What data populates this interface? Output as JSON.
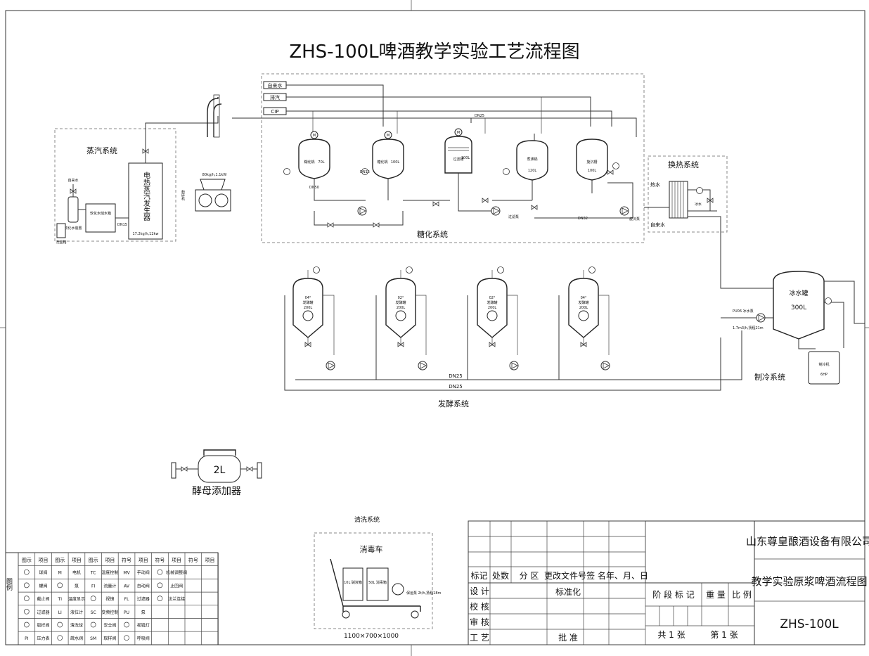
{
  "title": "ZHS-100L啤酒教学实验工艺流程图",
  "utilities": {
    "tap_water": "自来水",
    "drain": "排汽",
    "cip": "CIP"
  },
  "systems": {
    "steam": "蒸汽系统",
    "mash": "糖化系统",
    "heat_exchange": "换热系统",
    "fermentation": "发酵系统",
    "refrigeration": "制冷系统",
    "cleaning": "清洗系统"
  },
  "steam_system": {
    "generator": "电热蒸汽发生器",
    "generator_spec": "17.2kg/h,12kw",
    "softener": "软化水装置",
    "softener_tank": "软化水储水箱",
    "salt_box": "洗盐箱",
    "tap_water_label": "自来水",
    "pipe": "DN15"
  },
  "mill": {
    "name": "粉碎机",
    "spec": "80kg/h,1.1kW"
  },
  "mash_system": {
    "vessels": [
      {
        "name": "糊化锅",
        "cap": "70L"
      },
      {
        "name": "糖化锅",
        "cap": "100L"
      },
      {
        "name": "过滤槽",
        "cap": "100L"
      },
      {
        "name": "煮沸锅",
        "cap": "120L"
      },
      {
        "name": "旋沉槽",
        "cap": "100L"
      }
    ],
    "pump_labels": [
      "过滤泵",
      "旋沉泵"
    ],
    "pipe_labels": [
      "DN25",
      "DN32",
      "DN15",
      "DN50"
    ]
  },
  "heat_exchange": {
    "hot_water": "热水",
    "tap_water": "自来水",
    "ice_water": "冰水"
  },
  "fermenters": [
    {
      "temp": "04°",
      "name": "发酵罐",
      "cap": "200L"
    },
    {
      "temp": "02°",
      "name": "发酵罐",
      "cap": "200L"
    },
    {
      "temp": "02°",
      "name": "发酵罐",
      "cap": "200L"
    },
    {
      "temp": "04°",
      "name": "发酵罐",
      "cap": "200L"
    }
  ],
  "ferment_pipes": [
    "DN25",
    "DN25"
  ],
  "ice_tank": {
    "name": "冰水罐",
    "cap": "300L",
    "pump": "PU06 冰水泵",
    "pump_spec": "1.7m3/h,扬程21m"
  },
  "chiller": {
    "name": "制冷机",
    "cap": "6HP"
  },
  "yeast_adder": {
    "cap": "2L",
    "name": "酵母添加器"
  },
  "cleaning_cart": {
    "title": "消毒车",
    "tank1": "10L 碱液箱",
    "tank2": "50L 消毒箱",
    "pump": "保运泵 2t/h,扬程18m",
    "dims": "1100×700×1000"
  },
  "legend": {
    "side_label": "图例",
    "header": [
      "图示",
      "项目",
      "图示",
      "项目",
      "图示",
      "项目",
      "符号",
      "项目",
      "符号",
      "项目",
      "符号",
      "项目"
    ],
    "rows": [
      [
        "",
        "球阀",
        "M",
        "电机",
        "TC",
        "温度控制",
        "MV",
        "手动阀",
        "",
        "机械调整阀",
        "",
        ""
      ],
      [
        "",
        "蝶阀",
        "",
        "泵",
        "FI",
        "流量计",
        "AV",
        "自动阀",
        "",
        "止回阀",
        "",
        ""
      ],
      [
        "",
        "截止阀",
        "TI",
        "温度显示",
        "",
        "视镜",
        "FL",
        "过滤器",
        "",
        "法兰连接",
        "",
        ""
      ],
      [
        "",
        "过滤器",
        "LI",
        "液位计",
        "SC",
        "变频控制",
        "PU",
        "泵",
        "",
        "",
        "",
        ""
      ],
      [
        "",
        "取样阀",
        "",
        "清洗球",
        "",
        "安全阀",
        "",
        "视镜灯",
        "",
        "",
        "",
        ""
      ],
      [
        "PI",
        "压力表",
        "",
        "疏水阀",
        "SM",
        "取样阀",
        "",
        "呼吸阀",
        "",
        "",
        "",
        ""
      ]
    ]
  },
  "title_block": {
    "company": "山东尊皇酿酒设备有限公司",
    "drawing_name": "教学实验原浆啤酒流程图",
    "code": "ZHS-100L",
    "rev_headers": [
      "标记",
      "处数",
      "分 区",
      "更改文件号",
      "签 名",
      "年、月、日"
    ],
    "roles": [
      "设 计",
      "校 核",
      "审 核",
      "工 艺"
    ],
    "standardize": "标准化",
    "approve": "批 准",
    "stage_headers": [
      "阶 段 标 记",
      "重 量",
      "比 例"
    ],
    "sheet_total": "共 1 张",
    "sheet_no": "第 1 张"
  }
}
